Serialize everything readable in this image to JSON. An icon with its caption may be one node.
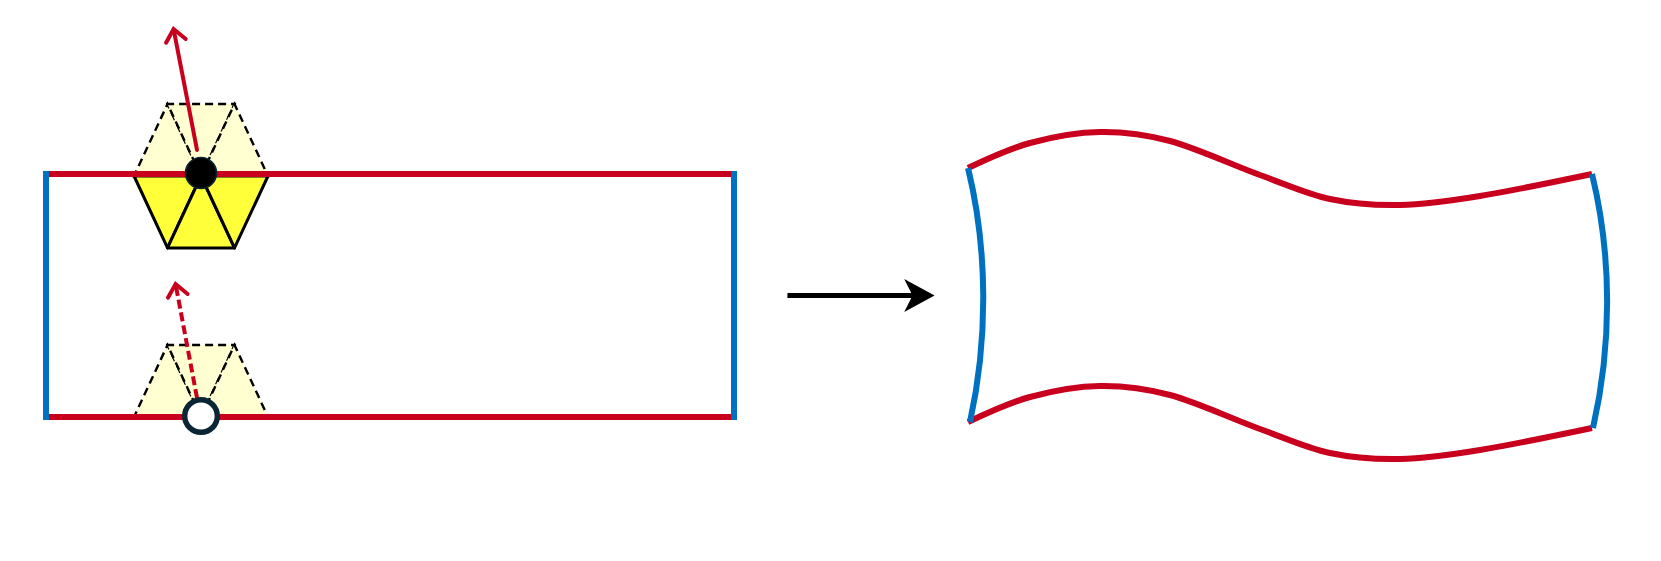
{
  "diagram": {
    "nodes": [
      {
        "text": [],
        "shape": "box"
      },
      {
        "text": [],
        "shape": "picture"
      }
    ],
    "edges": [
      {
        "from": 0,
        "to": 1,
        "arrow": "to"
      }
    ]
  }
}
